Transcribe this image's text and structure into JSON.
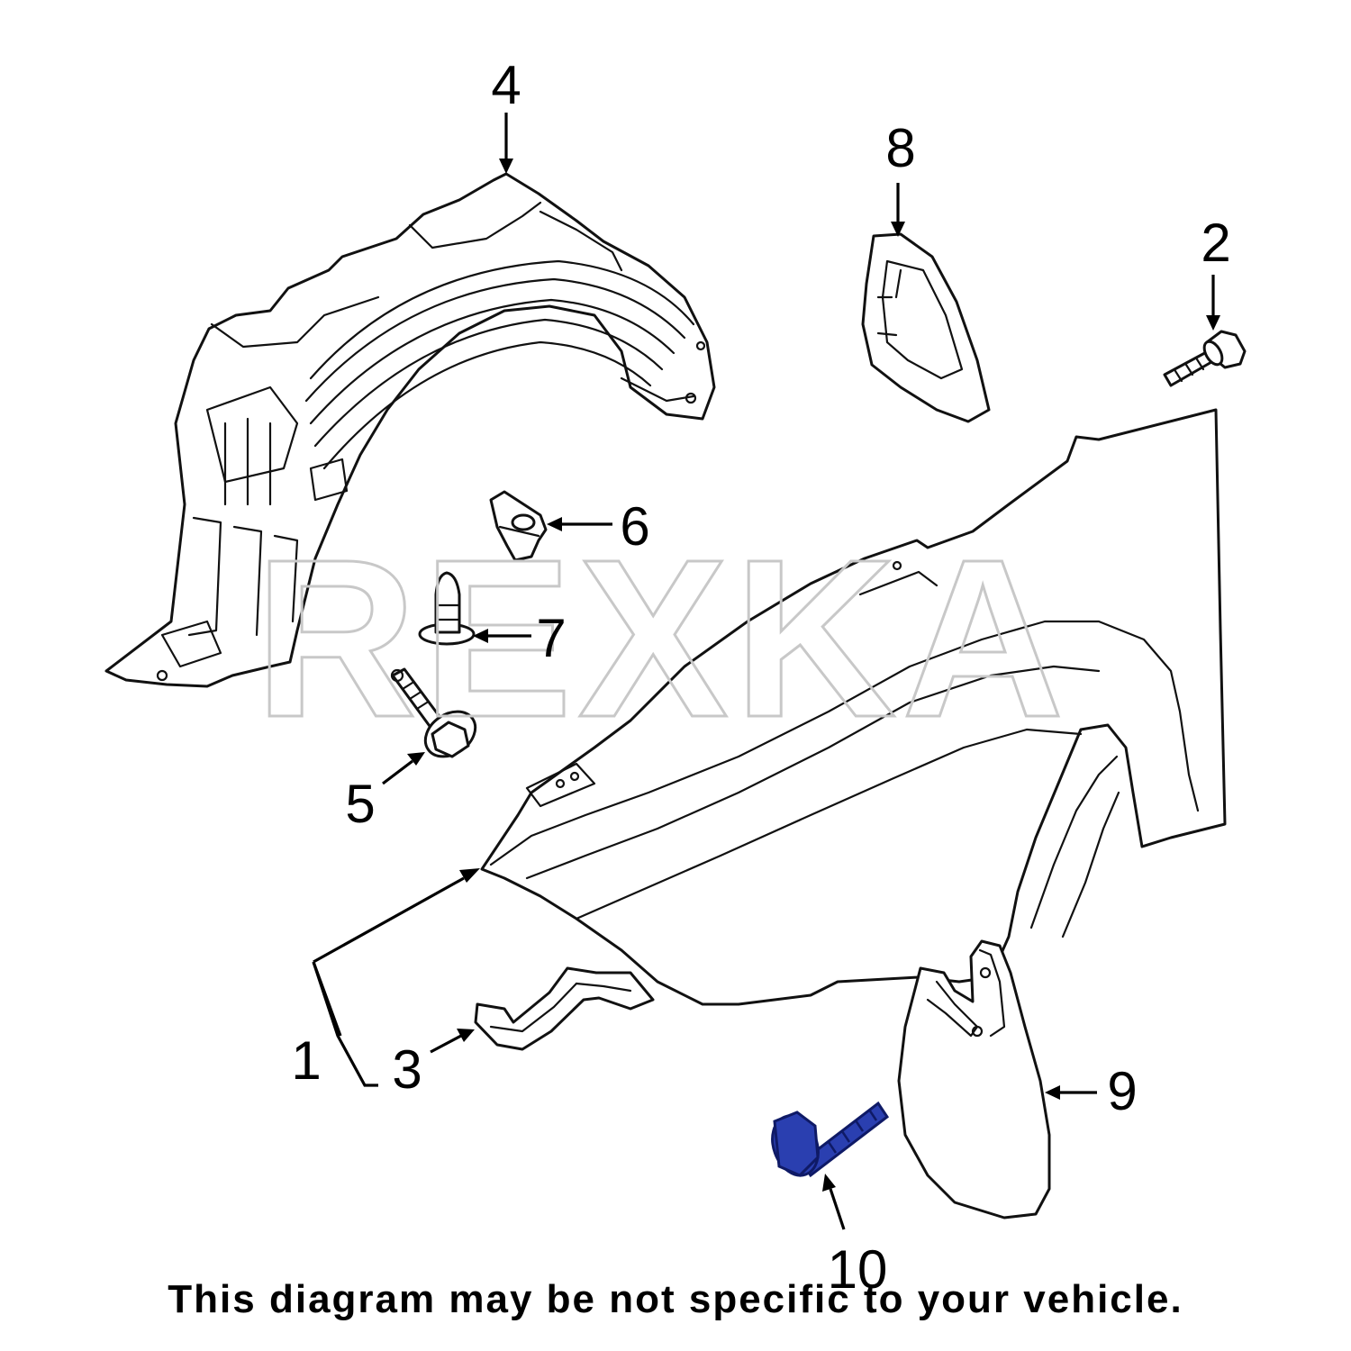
{
  "watermark": "REXKA",
  "disclaimer": "This diagram may be not specific to your vehicle.",
  "callouts": [
    {
      "id": "1",
      "label": "1"
    },
    {
      "id": "2",
      "label": "2"
    },
    {
      "id": "3",
      "label": "3"
    },
    {
      "id": "4",
      "label": "4"
    },
    {
      "id": "5",
      "label": "5"
    },
    {
      "id": "6",
      "label": "6"
    },
    {
      "id": "7",
      "label": "7"
    },
    {
      "id": "8",
      "label": "8"
    },
    {
      "id": "9",
      "label": "9"
    },
    {
      "id": "10",
      "label": "10"
    }
  ],
  "colors": {
    "line": "#111111",
    "highlight_part": "#2a3fb0",
    "watermark": "#c8c8c8",
    "background": "#ffffff"
  }
}
